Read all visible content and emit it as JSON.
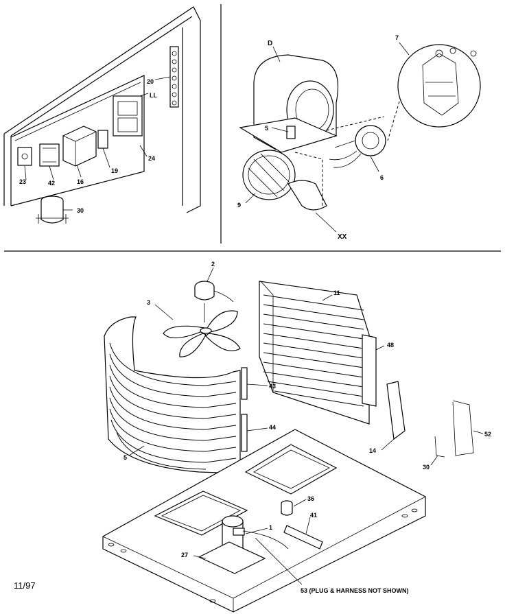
{
  "parts": {
    "p20": "20",
    "pLL": "LL",
    "p23": "23",
    "p42": "42",
    "p16": "16",
    "p19": "19",
    "p24": "24",
    "p30a": "30",
    "pD": "D",
    "p7": "7",
    "p5a": "5",
    "p6": "6",
    "p9": "9",
    "pXX": "XX",
    "p2": "2",
    "p3": "3",
    "p11": "11",
    "p48": "48",
    "p43": "43",
    "p44": "44",
    "p5b": "5",
    "p52": "52",
    "p14": "14",
    "p30b": "30",
    "p36": "36",
    "p41": "41",
    "p1": "1",
    "p27": "27",
    "p53": "53 (PLUG & HARNESS NOT SHOWN)"
  },
  "footer": {
    "date": "11/97"
  }
}
